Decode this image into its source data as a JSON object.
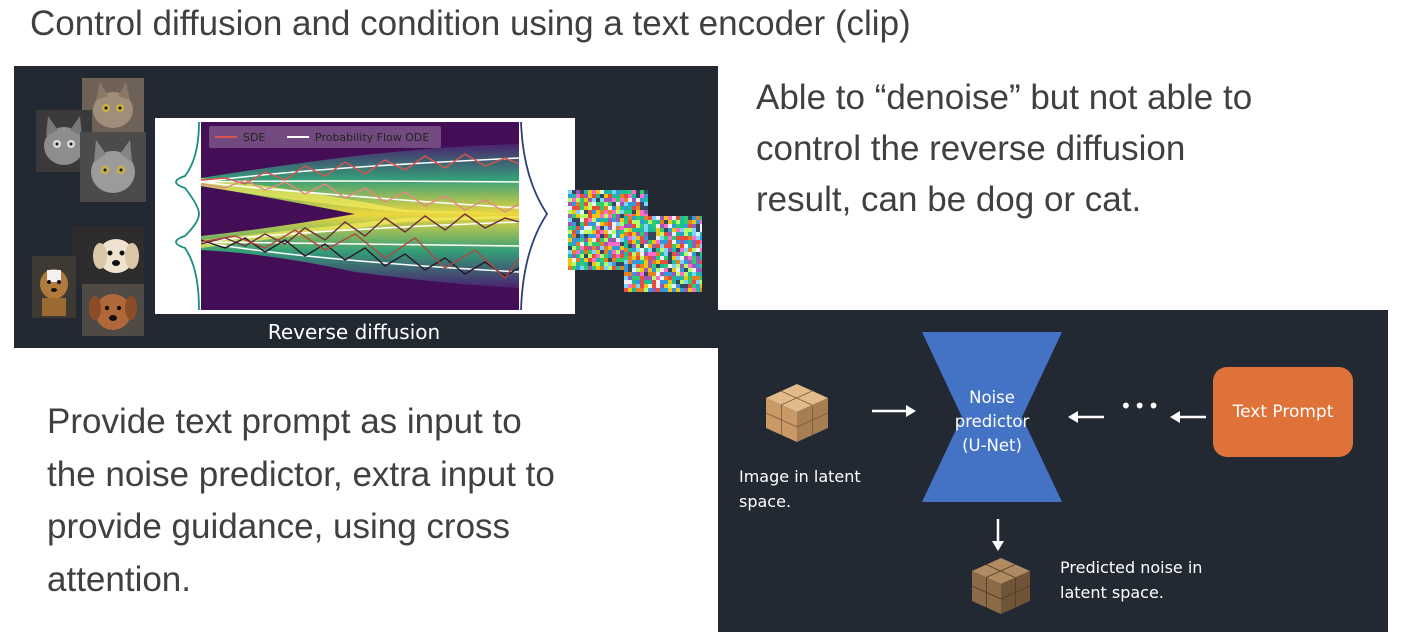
{
  "slide": {
    "title": "Control diffusion and condition using a text encoder (clip)",
    "text_top_right": [
      "Able to “denoise” but not able to",
      "control the reverse diffusion",
      "result, can be dog or cat."
    ],
    "text_bottom_left": [
      "Provide text prompt as input to",
      "the noise predictor, extra input to",
      "provide guidance, using cross",
      "attention."
    ]
  },
  "diffusion_panel": {
    "caption": "Reverse diffusion",
    "legend": {
      "sde": "SDE",
      "ode": "Probability Flow ODE"
    },
    "colors": {
      "background": "#222933",
      "sde_line": "#d9534f",
      "ode_line": "#ffffff"
    },
    "thumbnails": [
      "cat",
      "cat",
      "cat",
      "dog",
      "dog",
      "dog"
    ]
  },
  "unet_panel": {
    "predictor_label": [
      "Noise",
      "predictor",
      "(U-Net)"
    ],
    "input_label": [
      "Image in latent",
      "space."
    ],
    "output_label": [
      "Predicted noise in",
      "latent space."
    ],
    "text_prompt": "Text Prompt",
    "dots": "•••",
    "colors": {
      "predictor": "#4472c4",
      "prompt_box": "#df7238",
      "cube_light": "#c99a66",
      "cube_dark": "#8b6a47"
    }
  }
}
